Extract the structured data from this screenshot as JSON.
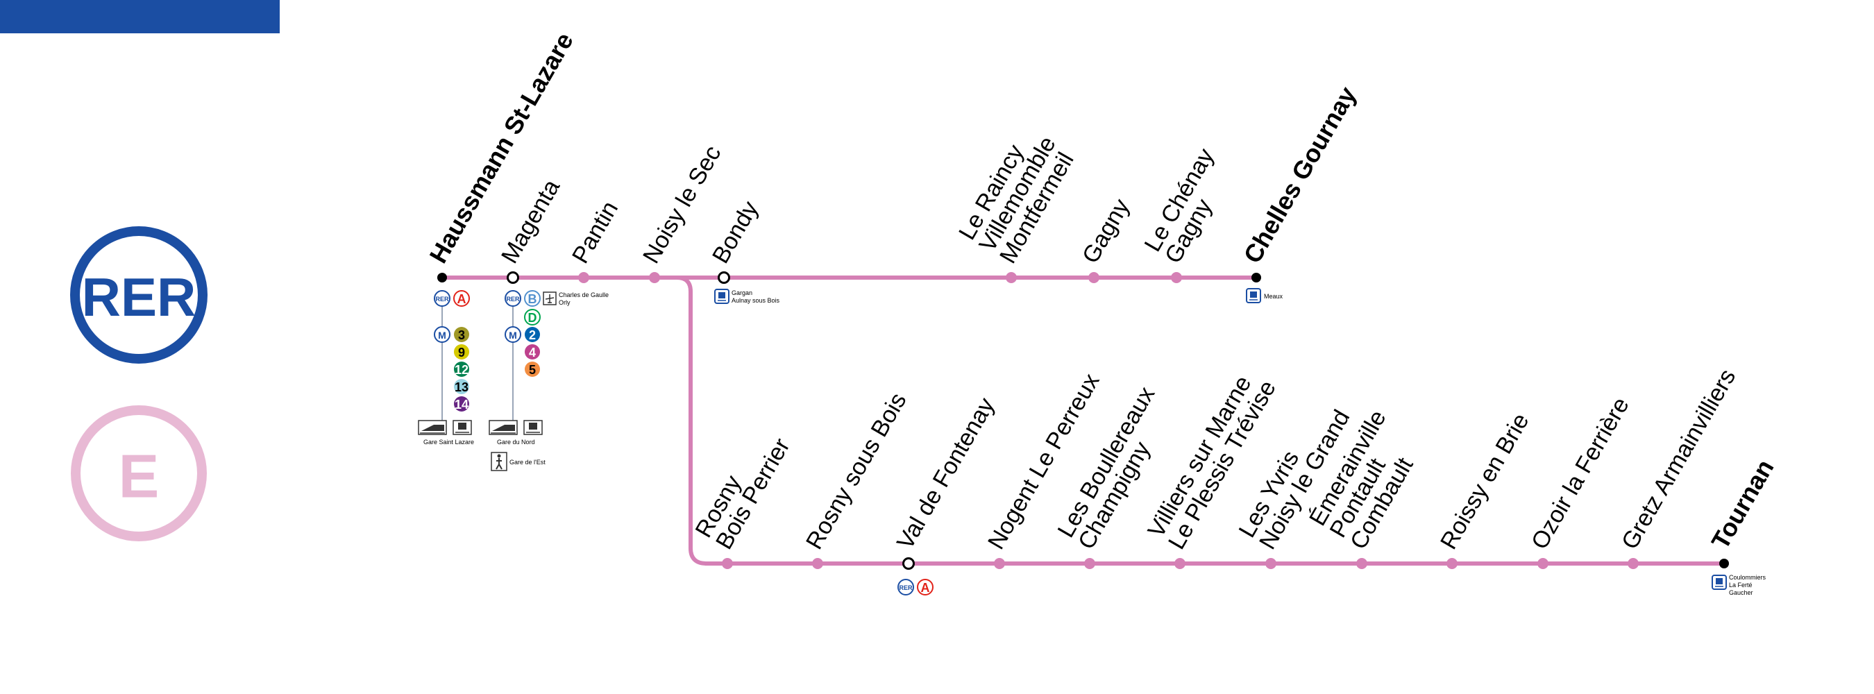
{
  "brand": {
    "mode_label": "RER",
    "line_letter": "E",
    "mode_color": "#1b4ea3",
    "line_color": "#d580b5",
    "line_badge_color": "#e8b9d4"
  },
  "branch_trunk": {
    "terminus_west": "Haussmann St-Lazare",
    "stations": [
      {
        "lines": [
          "Haussmann St-Lazare"
        ],
        "terminus": true
      },
      {
        "lines": [
          "Magenta"
        ]
      },
      {
        "lines": [
          "Pantin"
        ]
      },
      {
        "lines": [
          "Noisy le Sec"
        ]
      },
      {
        "lines": [
          "Bondy"
        ]
      },
      {
        "lines": [
          "Le Raincy",
          "Villemomble",
          "Montfermeil"
        ]
      },
      {
        "lines": [
          "Gagny"
        ]
      },
      {
        "lines": [
          "Le Chénay",
          "Gagny"
        ]
      },
      {
        "lines": [
          "Chelles Gournay"
        ],
        "terminus": true
      }
    ]
  },
  "branch_south": {
    "stations": [
      {
        "lines": [
          "Rosny",
          "Bois Perrier"
        ]
      },
      {
        "lines": [
          "Rosny sous Bois"
        ]
      },
      {
        "lines": [
          "Val de Fontenay"
        ]
      },
      {
        "lines": [
          "Nogent Le Perreux"
        ]
      },
      {
        "lines": [
          "Les Boullereaux",
          "Champigny"
        ]
      },
      {
        "lines": [
          "Villiers sur Marne",
          "Le Plessis Trévise"
        ]
      },
      {
        "lines": [
          "Les Yvris",
          "Noisy le Grand"
        ]
      },
      {
        "lines": [
          "Émerainville",
          "Pontault",
          "Combault"
        ]
      },
      {
        "lines": [
          "Roissy en Brie"
        ]
      },
      {
        "lines": [
          "Ozoir la Ferrière"
        ]
      },
      {
        "lines": [
          "Gretz Armainvilliers"
        ]
      },
      {
        "lines": [
          "Tournan"
        ],
        "terminus": true
      }
    ]
  },
  "connections": {
    "rer_badge": "RER",
    "metro_badge": "M",
    "haussmann": {
      "rer_lines": [
        {
          "label": "A",
          "color": "#e2231a"
        }
      ],
      "metro_lines": [
        {
          "label": "3",
          "color": "#9f9825",
          "text": "#000000"
        },
        {
          "label": "9",
          "color": "#d5c900",
          "text": "#000000"
        },
        {
          "label": "12",
          "color": "#00814f",
          "text": "#ffffff"
        },
        {
          "label": "13",
          "color": "#98d4e2",
          "text": "#000000"
        },
        {
          "label": "14",
          "color": "#662483",
          "text": "#ffffff"
        }
      ],
      "station_label": "Gare Saint Lazare"
    },
    "magenta": {
      "rer_lines": [
        {
          "label": "B",
          "color": "#5291ce"
        },
        {
          "label": "D",
          "color": "#00a650"
        }
      ],
      "airport_label_1": "Charles de Gaulle",
      "airport_label_2": "Orly",
      "metro_lines": [
        {
          "label": "2",
          "color": "#0064b0",
          "text": "#ffffff"
        },
        {
          "label": "4",
          "color": "#be418d",
          "text": "#ffffff"
        },
        {
          "label": "5",
          "color": "#f28e42",
          "text": "#000000"
        }
      ],
      "station_label": "Gare du Nord",
      "walk_label": "Gare de l'Est"
    },
    "bondy": {
      "tram_label_1": "Gargan",
      "tram_label_2": "Aulnay sous Bois"
    },
    "chelles": {
      "train_label": "Meaux"
    },
    "val_de_fontenay": {
      "rer_lines": [
        {
          "label": "A",
          "color": "#e2231a"
        }
      ]
    },
    "tournan": {
      "train_label_1": "Coulommiers",
      "train_label_2": "La Ferté",
      "train_label_3": "Gaucher"
    }
  }
}
